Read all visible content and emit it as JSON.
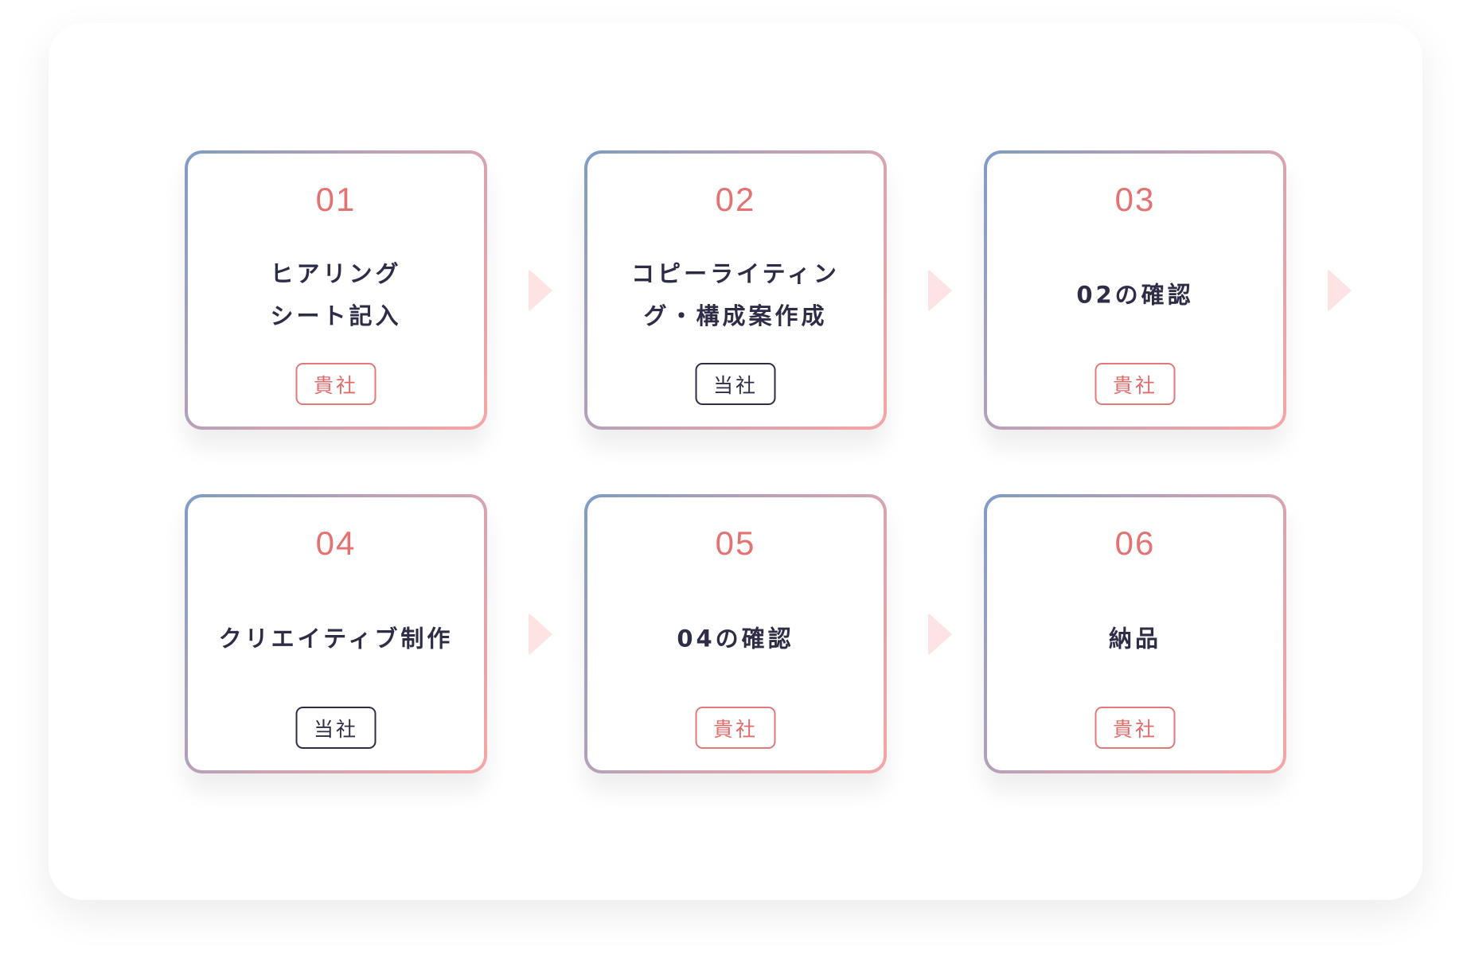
{
  "steps": [
    {
      "number": "01",
      "title": "ヒアリング\nシート記入",
      "owner": "貴社",
      "owner_type": "client"
    },
    {
      "number": "02",
      "title": "コピーライティン\nグ・構成案作成",
      "owner": "当社",
      "owner_type": "us"
    },
    {
      "number": "03",
      "title": "02の確認",
      "owner": "貴社",
      "owner_type": "client"
    },
    {
      "number": "04",
      "title": "クリエイティブ制作",
      "owner": "当社",
      "owner_type": "us"
    },
    {
      "number": "05",
      "title": "04の確認",
      "owner": "貴社",
      "owner_type": "client"
    },
    {
      "number": "06",
      "title": "納品",
      "owner": "貴社",
      "owner_type": "client"
    }
  ],
  "colors": {
    "accent": "#e37373",
    "text": "#2e2d48",
    "arrow": "#fde3e3",
    "border_start": "#7f9cc4",
    "border_end": "#f6a5a5"
  }
}
